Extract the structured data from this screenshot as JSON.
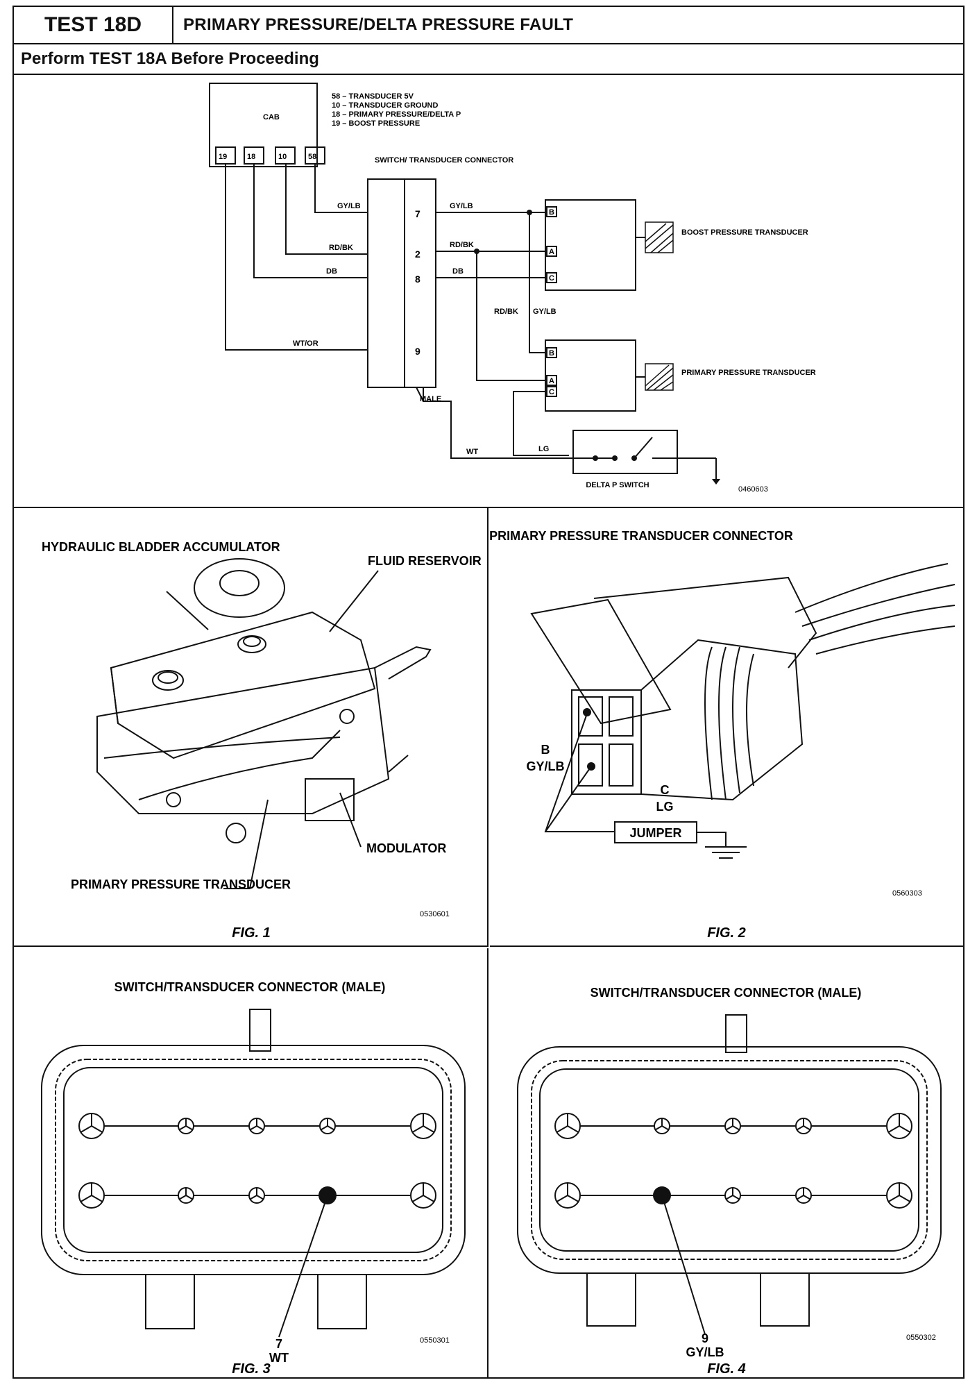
{
  "header": {
    "test_id": "TEST 18D",
    "title": "PRIMARY PRESSURE/DELTA PRESSURE FAULT"
  },
  "prerequisite": "Perform TEST 18A Before Proceeding",
  "schematic": {
    "cab_label": "CAB",
    "legend": [
      "58 – TRANSDUCER 5V",
      "10 – TRANSDUCER GROUND",
      "18 – PRIMARY PRESSURE/DELTA P",
      "19 – BOOST PRESSURE"
    ],
    "cab_pins": [
      "19",
      "18",
      "10",
      "58"
    ],
    "connector_label": "SWITCH/ TRANSDUCER CONNECTOR",
    "connector_pins": [
      "7",
      "2",
      "8",
      "9"
    ],
    "male_label": "MALE",
    "wires": [
      "GY/LB",
      "RD/BK",
      "DB",
      "WT/OR",
      "GY/LB",
      "RD/BK",
      "DB",
      "RD/BK",
      "GY/LB",
      "LG",
      "WT"
    ],
    "boost_pins": [
      "B",
      "A",
      "C"
    ],
    "boost_label": "BOOST PRESSURE TRANSDUCER",
    "primary_pins": [
      "B",
      "A",
      "C"
    ],
    "primary_label": "PRIMARY PRESSURE TRANSDUCER",
    "switch_label": "DELTA P SWITCH",
    "drawing_code": "0460603"
  },
  "fig1": {
    "labels": [
      "HYDRAULIC BLADDER ACCUMULATOR",
      "FLUID RESERVOIR",
      "MODULATOR",
      "PRIMARY PRESSURE TRANSDUCER"
    ],
    "drawing_code": "0530601",
    "caption": "FIG. 1"
  },
  "fig2": {
    "title": "PRIMARY PRESSURE TRANSDUCER CONNECTOR",
    "pin_b": "B",
    "pin_b_wire": "GY/LB",
    "pin_c": "C",
    "pin_c_wire": "LG",
    "jumper": "JUMPER",
    "drawing_code": "0560303",
    "caption": "FIG. 2"
  },
  "fig3": {
    "title": "SWITCH/TRANSDUCER CONNECTOR (MALE)",
    "pin": "7",
    "wire": "WT",
    "drawing_code": "0550301",
    "caption": "FIG. 3"
  },
  "fig4": {
    "title": "SWITCH/TRANSDUCER CONNECTOR (MALE)",
    "pin": "9",
    "wire": "GY/LB",
    "drawing_code": "0550302",
    "caption": "FIG. 4"
  }
}
